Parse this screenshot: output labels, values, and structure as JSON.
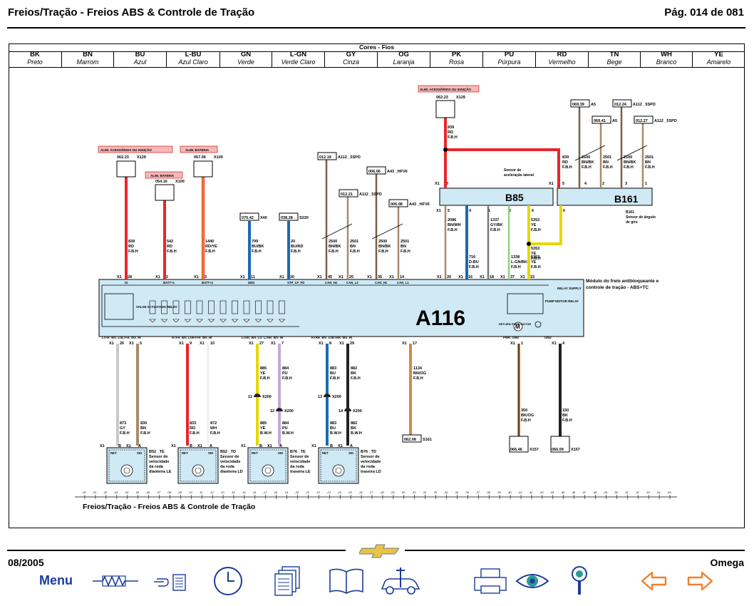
{
  "header": {
    "title": "Freios/Tração - Freios ABS & Controle de Tração",
    "page": "Pág. 014 de 081"
  },
  "color_table": {
    "title": "Cores - Fios",
    "items": [
      {
        "code": "BK",
        "name": "Preto"
      },
      {
        "code": "BN",
        "name": "Marrom"
      },
      {
        "code": "BU",
        "name": "Azul"
      },
      {
        "code": "L-BU",
        "name": "Azul Claro"
      },
      {
        "code": "GN",
        "name": "Verde"
      },
      {
        "code": "L-GN",
        "name": "Verde Claro"
      },
      {
        "code": "GY",
        "name": "Cinza"
      },
      {
        "code": "OG",
        "name": "Laranja"
      },
      {
        "code": "PK",
        "name": "Rosa"
      },
      {
        "code": "PU",
        "name": "Púrpura"
      },
      {
        "code": "RD",
        "name": "Vermelho"
      },
      {
        "code": "TN",
        "name": "Bege"
      },
      {
        "code": "WH",
        "name": "Branco"
      },
      {
        "code": "YE",
        "name": "Amarelo"
      }
    ]
  },
  "diagram": {
    "modules": {
      "a116": {
        "name": "A116",
        "desc1": "Módulo do freio antibloqueante e",
        "desc2": "controle de tração - ABS+TC",
        "relay_supply": "RELAY SUPPLY",
        "return_pump_motor": "RETURN PUMP MOTOR",
        "pump_motor_relay": "PUMP MOTOR RELAY",
        "valve_relay": "VALVE ACTUATION RELAY"
      },
      "b85": {
        "name": "B85",
        "desc1": "Sensor de",
        "desc2": "aceleração lateral"
      },
      "b161": {
        "name": "B161",
        "desc1": "Sensor de ângulo",
        "desc2": "de giro"
      }
    },
    "power_labels": {
      "alim_acess_1": "ALIM. ACESSÓRIOS OU IGNIÇÃO",
      "alim_acess_2": "ALIM. ACESSÓRIOS OU IGNIÇÃO",
      "alim_bat_1": "ALIM. BATERIA",
      "alim_bat_2": "ALIM. BATERIA"
    },
    "refs": {
      "r1": "062.23",
      "r1c": "X129",
      "r2": "054.16",
      "r2c": "X100",
      "r3": "057.06",
      "r3c": "X100",
      "r4": "062.23",
      "r4c": "X129",
      "r5": "070.42",
      "r5c": "X40",
      "r6": "038.28",
      "r6c": "S220",
      "r7": "012.19",
      "r7c": "A112 _5SPD",
      "r8": "012.21",
      "r8c": "A112 _5SPD",
      "r9": "006.06",
      "r9c": "A43 _HFV6",
      "r10": "006.08",
      "r10c": "A43 _HFV6",
      "r11": "069.39",
      "r11c": "A5",
      "r12": "069.41",
      "r12c": "A5",
      "r13": "012.24",
      "r13c": "A112 _5SPD",
      "r14": "012.27",
      "r14c": "A112 _5SPD",
      "r15": "062.08",
      "r15c": "S161",
      "r16": "066.46",
      "r16c": "X157",
      "r17": "066.09",
      "r17c": "X157"
    },
    "top_wires": [
      {
        "id": "w839",
        "num": "839",
        "color": "RD",
        "sec": "F.B.H",
        "conn": "X1",
        "pin": "28",
        "sig": "IG"
      },
      {
        "id": "w542",
        "num": "542",
        "color": "RD",
        "sec": "F.B.H",
        "conn": "X1",
        "pin": "2",
        "sig": "BATT+1"
      },
      {
        "id": "w1440",
        "num": "1440",
        "color": "RD/YE",
        "sec": "F.B.H",
        "conn": "X1",
        "pin": "3",
        "sig": "BATT+2"
      },
      {
        "id": "w799",
        "num": "799",
        "color": "BU/BK",
        "sec": "F.B.H",
        "conn": "X1",
        "pin": "11",
        "sig": "DEN"
      },
      {
        "id": "w20",
        "num": "20",
        "color": "BU/RD",
        "sec": "F.B.H",
        "conn": "X1",
        "pin": "30",
        "sig": "STP_LP_FD"
      },
      {
        "id": "w2500a",
        "num": "2500",
        "color": "BN/BK",
        "sec": "F.B.H",
        "conn": "X1",
        "pin": "45",
        "sig": "CAN_H2"
      },
      {
        "id": "w2501a",
        "num": "2501",
        "color": "BN",
        "sec": "F.B.H",
        "conn": "X1",
        "pin": "25",
        "sig": "CAN_L2"
      },
      {
        "id": "w2500b",
        "num": "2500",
        "color": "BN/BK",
        "sec": "F.B.H",
        "conn": "X1",
        "pin": "35",
        "sig": "CAN_H1"
      },
      {
        "id": "w2501b",
        "num": "2501",
        "color": "BN",
        "sec": "F.B.H",
        "conn": "X1",
        "pin": "14",
        "sig": "CAN_L1"
      },
      {
        "id": "w716",
        "num": "716",
        "color": "D-BU",
        "sec": "F.B.H",
        "conn": "X1",
        "pin": "16",
        "sig": ""
      },
      {
        "id": "w1338",
        "num": "1338",
        "color": "L-GN/BK",
        "sec": "F.B.H",
        "conn": "X1",
        "pin": "37",
        "sig": ""
      },
      {
        "id": "w5353c",
        "num": "5353",
        "color": "YE",
        "sec": "F.B.H",
        "conn": "X1",
        "pin": "15",
        "sig": ""
      }
    ],
    "b85_wires": [
      {
        "num": "2086",
        "color": "BN/WH",
        "sec": "F.B.H"
      },
      {
        "num": "1337",
        "color": "GY/BK",
        "sec": "F.B.H"
      },
      {
        "num": "5353",
        "color": "YE",
        "sec": "F.B.H"
      },
      {
        "num": "5353",
        "color": "YE",
        "sec": "F.B.H"
      }
    ],
    "feed_839": {
      "num": "839",
      "color": "RD",
      "sec": "F.B.H"
    },
    "b161_wires": [
      {
        "num": "839",
        "color": "RD",
        "sec": "F.B.H"
      },
      {
        "num": "2500",
        "color": "BN/BK",
        "sec": "F.B.H"
      },
      {
        "num": "2501",
        "color": "BN",
        "sec": "F.B.H"
      },
      {
        "num": "2500",
        "color": "BN/BK",
        "sec": "F.B.H"
      },
      {
        "num": "2501",
        "color": "BN",
        "sec": "F.B.H"
      }
    ],
    "bottom_pins": [
      {
        "sig": "LTFR_WS_LO",
        "conn": "X1",
        "pin": "26"
      },
      {
        "sig": "LTFR_WS_HI",
        "conn": "X1",
        "pin": "5"
      },
      {
        "sig": "RTFR_WS_LO",
        "conn": "X1",
        "pin": "9"
      },
      {
        "sig": "RTFR_WS_HI",
        "conn": "X1",
        "pin": "10"
      },
      {
        "sig": "LTRR_WS_LO",
        "conn": "X1",
        "pin": "27"
      },
      {
        "sig": "LTRR_WS_HI",
        "conn": "X1",
        "pin": "7"
      },
      {
        "sig": "RTRR_WS_LO",
        "conn": "X1",
        "pin": "8"
      },
      {
        "sig": "RTRR_WS_HI",
        "conn": "X1",
        "pin": "29"
      },
      {
        "sig": "",
        "conn": "X1",
        "pin": "17"
      },
      {
        "sig": "PWR_GND",
        "conn": "X1",
        "pin": "1"
      },
      {
        "sig": "GND",
        "conn": "X1",
        "pin": "4"
      }
    ],
    "bottom_wires": [
      {
        "num": "885",
        "color": "YE",
        "sec": "F.B.H"
      },
      {
        "num": "884",
        "color": "PU",
        "sec": "F.B.H"
      },
      {
        "num": "883",
        "color": "BU",
        "sec": "F.B.H"
      },
      {
        "num": "882",
        "color": "BK",
        "sec": "F.B.H"
      },
      {
        "num": "1134",
        "color": "BN/OG",
        "sec": "F.B.H"
      },
      {
        "num": "350",
        "color": "BK/OG",
        "sec": "F.B.H"
      },
      {
        "num": "150",
        "color": "BK",
        "sec": "F.B.H"
      }
    ],
    "sensor_wires": [
      {
        "num": "873",
        "color": "GY",
        "sec": "F.B.H"
      },
      {
        "num": "830",
        "color": "BN",
        "sec": "F.B.H"
      },
      {
        "num": "833",
        "color": "RD",
        "sec": "F.B.H"
      },
      {
        "num": "872",
        "color": "WH",
        "sec": "F.B.H"
      },
      {
        "num": "885",
        "color": "YE",
        "sec": "B.W.H"
      },
      {
        "num": "884",
        "color": "PU",
        "sec": "B.W.H"
      },
      {
        "num": "883",
        "color": "BU",
        "sec": "B.W.H"
      },
      {
        "num": "882",
        "color": "BK",
        "sec": "B.W.H"
      }
    ],
    "splices": [
      {
        "num": "11",
        "conn": "X200"
      },
      {
        "num": "12",
        "conn": "X200"
      },
      {
        "num": "13",
        "conn": "X200"
      },
      {
        "num": "14",
        "conn": "X200"
      }
    ],
    "sensors": [
      {
        "code": "B52 _TE",
        "l1": "Sensor de",
        "l2": "velocidade",
        "l3": "da roda",
        "l4": "dianteira LE"
      },
      {
        "code": "B52 _TD",
        "l1": "Sensor de",
        "l2": "velocidade",
        "l3": "da roda",
        "l4": "dianteira LD"
      },
      {
        "code": "B76 _TE",
        "l1": "Sensor de",
        "l2": "velocidade",
        "l3": "da roda",
        "l4": "traseira LE"
      },
      {
        "code": "B76 _TD",
        "l1": "Sensor de",
        "l2": "velocidade",
        "l3": "da roda",
        "l4": "traseira LD"
      }
    ],
    "sensor_pins": {
      "x1": "X1",
      "b": "B",
      "a": "A",
      "ret": "RET",
      "sig": "SIG"
    },
    "b85_pins": {
      "x1": "X1",
      "p3": "3",
      "p5": "5",
      "p4": "4",
      "p1": "1",
      "p2": "2",
      "p6": "6"
    },
    "b161_pins": {
      "x1": "X1",
      "p5": "5",
      "p4": "4",
      "p2": "2",
      "p3": "3",
      "p1": "1",
      "p6": "6"
    },
    "a116_b85_pins": [
      {
        "conn": "X1",
        "pin": "20"
      },
      {
        "conn": "X1",
        "pin": "16"
      },
      {
        "conn": "X1",
        "pin": "18"
      },
      {
        "conn": "X1",
        "pin": "37"
      },
      {
        "conn": "X1",
        "pin": "15"
      }
    ],
    "caption": "Freios/Tração - Freios ABS & Controle de Tração",
    "ruler": [
      ".00",
      ".01",
      ".02",
      ".03",
      ".04",
      ".05",
      ".06",
      ".07",
      ".08",
      ".09",
      ".10",
      ".11",
      ".12",
      ".13",
      ".14",
      ".15",
      ".16",
      ".17",
      ".18",
      ".19",
      ".20",
      ".21",
      ".22",
      ".23",
      ".24",
      ".25",
      ".26",
      ".27",
      ".28",
      ".29",
      ".30",
      ".31",
      ".32",
      ".33",
      ".34",
      ".35",
      ".36",
      ".37",
      ".38",
      ".39",
      ".40",
      ".41",
      ".42",
      ".43",
      ".44",
      ".45",
      ".46",
      ".47",
      ".48",
      ".49",
      ".50",
      ".51",
      ".52",
      ".53",
      ".54",
      ".55"
    ]
  },
  "footer": {
    "date": "08/2005",
    "model": "Omega",
    "menu": "Menu"
  },
  "wire_colors": {
    "RD": "#e8262b",
    "YE": "#e7d800",
    "BU": "#1d6ab0",
    "BN": "#a88a6a",
    "BK": "#222222",
    "GY": "#c9c9c9",
    "PU": "#c3a8d6",
    "OG": "#d18a44",
    "GN": "#2c9a4a",
    "module": "#cfe9f5",
    "powerlabel": "#f4b8b8"
  },
  "icons": [
    "resistor-icon",
    "pointing-hand-icon",
    "clock-icon",
    "documents-icon",
    "book-icon",
    "car-tools-icon",
    "printer-icon",
    "eye-icon",
    "magnifier-icon",
    "arrow-left-icon",
    "arrow-right-icon",
    "chevrolet-logo"
  ]
}
